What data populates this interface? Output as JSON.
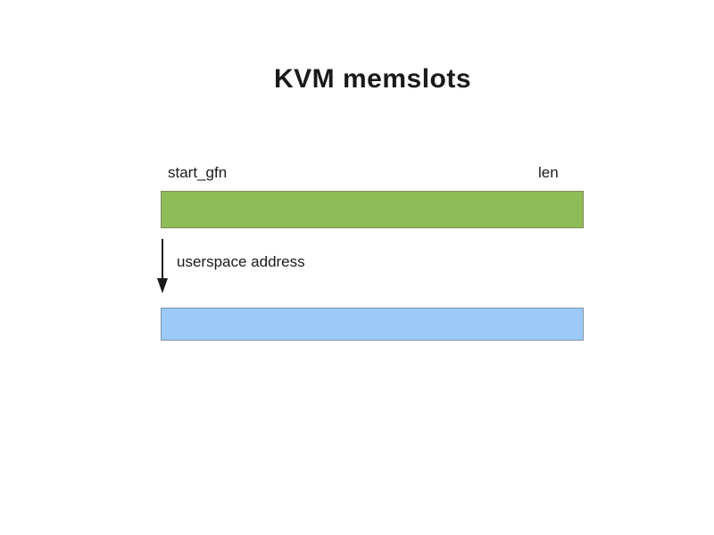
{
  "colors": {
    "gfn_bar_fill": "#8ebc56",
    "gfn_bar_border": "#7f8c5e",
    "hva_bar_fill": "#9cc9f7",
    "hva_bar_border": "#8295a8",
    "arrow_color": "#1a1a1a"
  },
  "diagram": {
    "title": "KVM memslots",
    "gfn_bar": {
      "left_label": "start_gfn",
      "right_label": "len"
    },
    "arrow": {
      "direction": "down",
      "label": "userspace address"
    }
  }
}
